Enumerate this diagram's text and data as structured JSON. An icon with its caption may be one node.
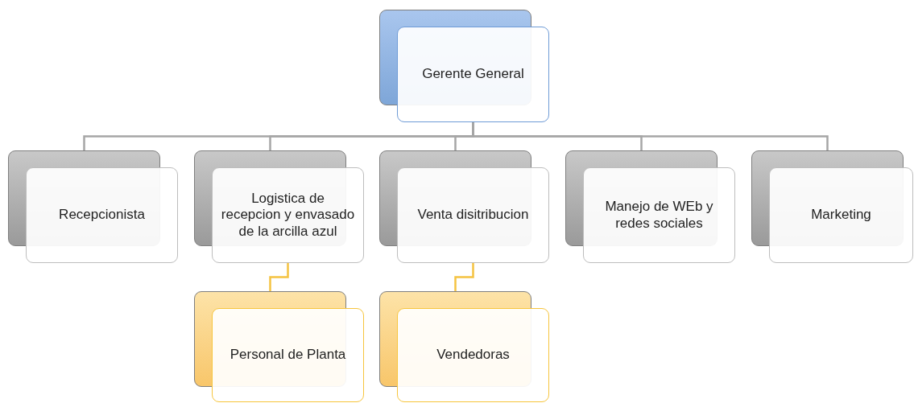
{
  "diagram": {
    "nodes": [
      {
        "text": [
          "Gerente General"
        ]
      },
      {
        "text": [
          "Recepcionista"
        ]
      },
      {
        "text": [
          "Logistica de recepcion y envasado de la arcilla azul"
        ]
      },
      {
        "text": [
          "Venta disitribucion"
        ]
      },
      {
        "text": [
          "Manejo de WEb y redes sociales"
        ]
      },
      {
        "text": [
          "Marketing"
        ]
      },
      {
        "text": [
          "Personal de Planta"
        ]
      },
      {
        "text": [
          "Vendedoras"
        ]
      }
    ],
    "edges": [
      {
        "from": 0,
        "to": 1,
        "arrow": "none"
      },
      {
        "from": 0,
        "to": 2,
        "arrow": "none"
      },
      {
        "from": 0,
        "to": 3,
        "arrow": "none"
      },
      {
        "from": 0,
        "to": 4,
        "arrow": "none"
      },
      {
        "from": 0,
        "to": 5,
        "arrow": "none"
      },
      {
        "from": 2,
        "to": 6,
        "arrow": "none",
        "color": "#f5c342"
      },
      {
        "from": 3,
        "to": 7,
        "arrow": "none",
        "color": "#f5c342"
      }
    ]
  }
}
